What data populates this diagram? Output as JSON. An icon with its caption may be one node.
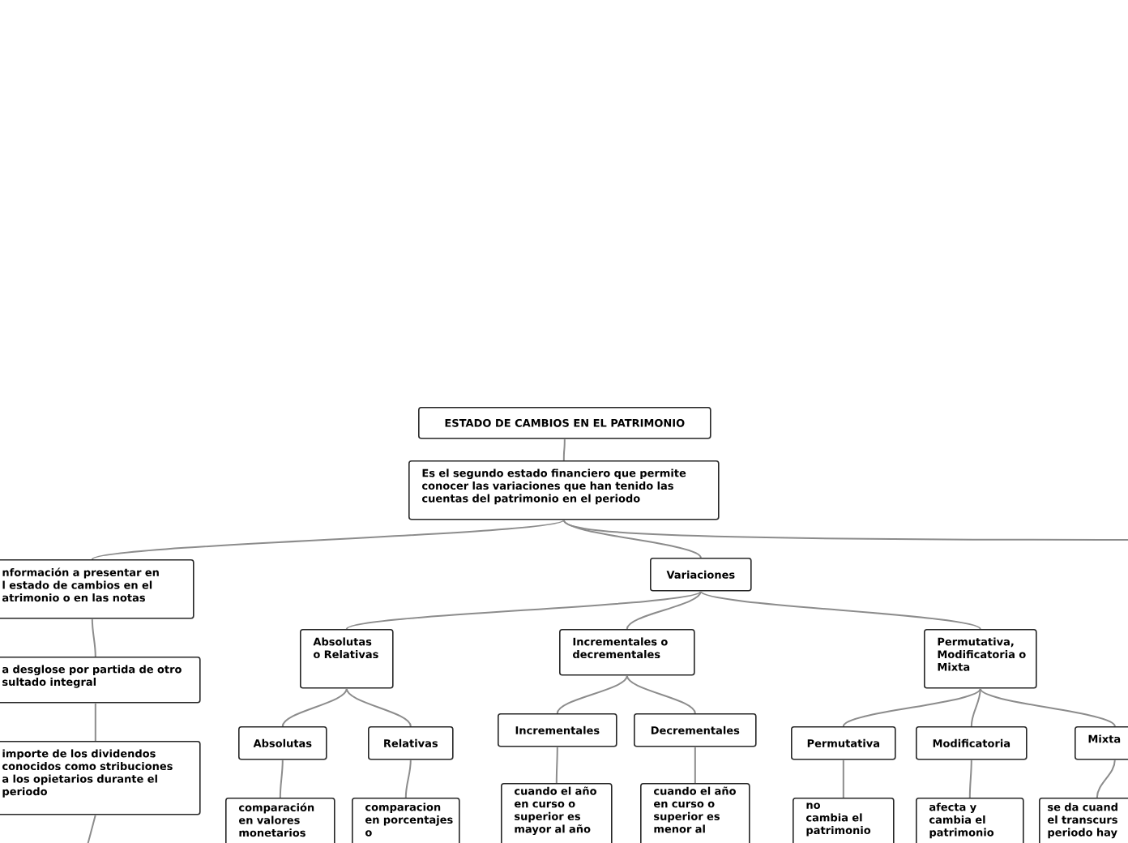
{
  "diagram": {
    "nodes": [
      {
        "text": [
          "ESTADO DE CAMBIOS EN EL PATRIMONIO"
        ]
      },
      {
        "text": [
          "Es el segundo estado financiero que permite conocer las variaciones que han tenido las cuentas del patrimonio en el periodo"
        ]
      },
      {
        "text": [
          "nformación a presentar en l estado de cambios en el atrimonio o en las notas"
        ]
      },
      {
        "text": [
          "a desglose por partida de otro sultado integral"
        ]
      },
      {
        "text": [
          "importe de los dividendos conocidos como stribuciones a los opietarios durante el periodo"
        ]
      },
      {
        "text": [
          "Variaciones"
        ]
      },
      {
        "text": [
          "Absolutas o Relativas"
        ]
      },
      {
        "text": [
          "Incrementales o decrementales"
        ]
      },
      {
        "text": [
          "Permutativa, Modificatoria o Mixta"
        ]
      },
      {
        "text": [
          "Absolutas"
        ]
      },
      {
        "text": [
          "Relativas"
        ]
      },
      {
        "text": [
          "Incrementales"
        ]
      },
      {
        "text": [
          "Decrementales"
        ]
      },
      {
        "text": [
          "Permutativa"
        ]
      },
      {
        "text": [
          "Modificatoria"
        ]
      },
      {
        "text": [
          "Mixta"
        ]
      },
      {
        "text": [
          "comparación en valores monetarios"
        ]
      },
      {
        "text": [
          "comparacion en porcentajes o"
        ]
      },
      {
        "text": [
          "cuando el año en curso o superior es mayor al año"
        ]
      },
      {
        "text": [
          "cuando el año en curso o superior es menor al"
        ]
      },
      {
        "text": [
          "no cambia el patrimonio"
        ]
      },
      {
        "text": [
          "afecta y cambia el patrimonio"
        ]
      },
      {
        "text": [
          "se da cuand el transcurs periodo hay"
        ]
      }
    ],
    "edges": [
      {
        "from": 0,
        "to": 1,
        "arrow": "none"
      },
      {
        "from": 1,
        "to": 2,
        "arrow": "none"
      },
      {
        "from": 1,
        "to": 5,
        "arrow": "none"
      },
      {
        "from": 1,
        "to": null,
        "arrow": "none"
      },
      {
        "from": 2,
        "to": 3,
        "arrow": "none"
      },
      {
        "from": 3,
        "to": 4,
        "arrow": "none"
      },
      {
        "from": 4,
        "to": null,
        "arrow": "none"
      },
      {
        "from": 5,
        "to": 6,
        "arrow": "none"
      },
      {
        "from": 5,
        "to": 7,
        "arrow": "none"
      },
      {
        "from": 5,
        "to": 8,
        "arrow": "none"
      },
      {
        "from": 6,
        "to": 9,
        "arrow": "none"
      },
      {
        "from": 6,
        "to": 10,
        "arrow": "none"
      },
      {
        "from": 7,
        "to": 11,
        "arrow": "none"
      },
      {
        "from": 7,
        "to": 12,
        "arrow": "none"
      },
      {
        "from": 8,
        "to": 13,
        "arrow": "none"
      },
      {
        "from": 8,
        "to": 14,
        "arrow": "none"
      },
      {
        "from": 8,
        "to": 15,
        "arrow": "none"
      },
      {
        "from": 9,
        "to": 16,
        "arrow": "none"
      },
      {
        "from": 10,
        "to": 17,
        "arrow": "none"
      },
      {
        "from": 11,
        "to": 18,
        "arrow": "none"
      },
      {
        "from": 12,
        "to": 19,
        "arrow": "none"
      },
      {
        "from": 13,
        "to": 20,
        "arrow": "none"
      },
      {
        "from": 14,
        "to": 21,
        "arrow": "none"
      },
      {
        "from": 15,
        "to": 22,
        "arrow": "none"
      }
    ]
  }
}
